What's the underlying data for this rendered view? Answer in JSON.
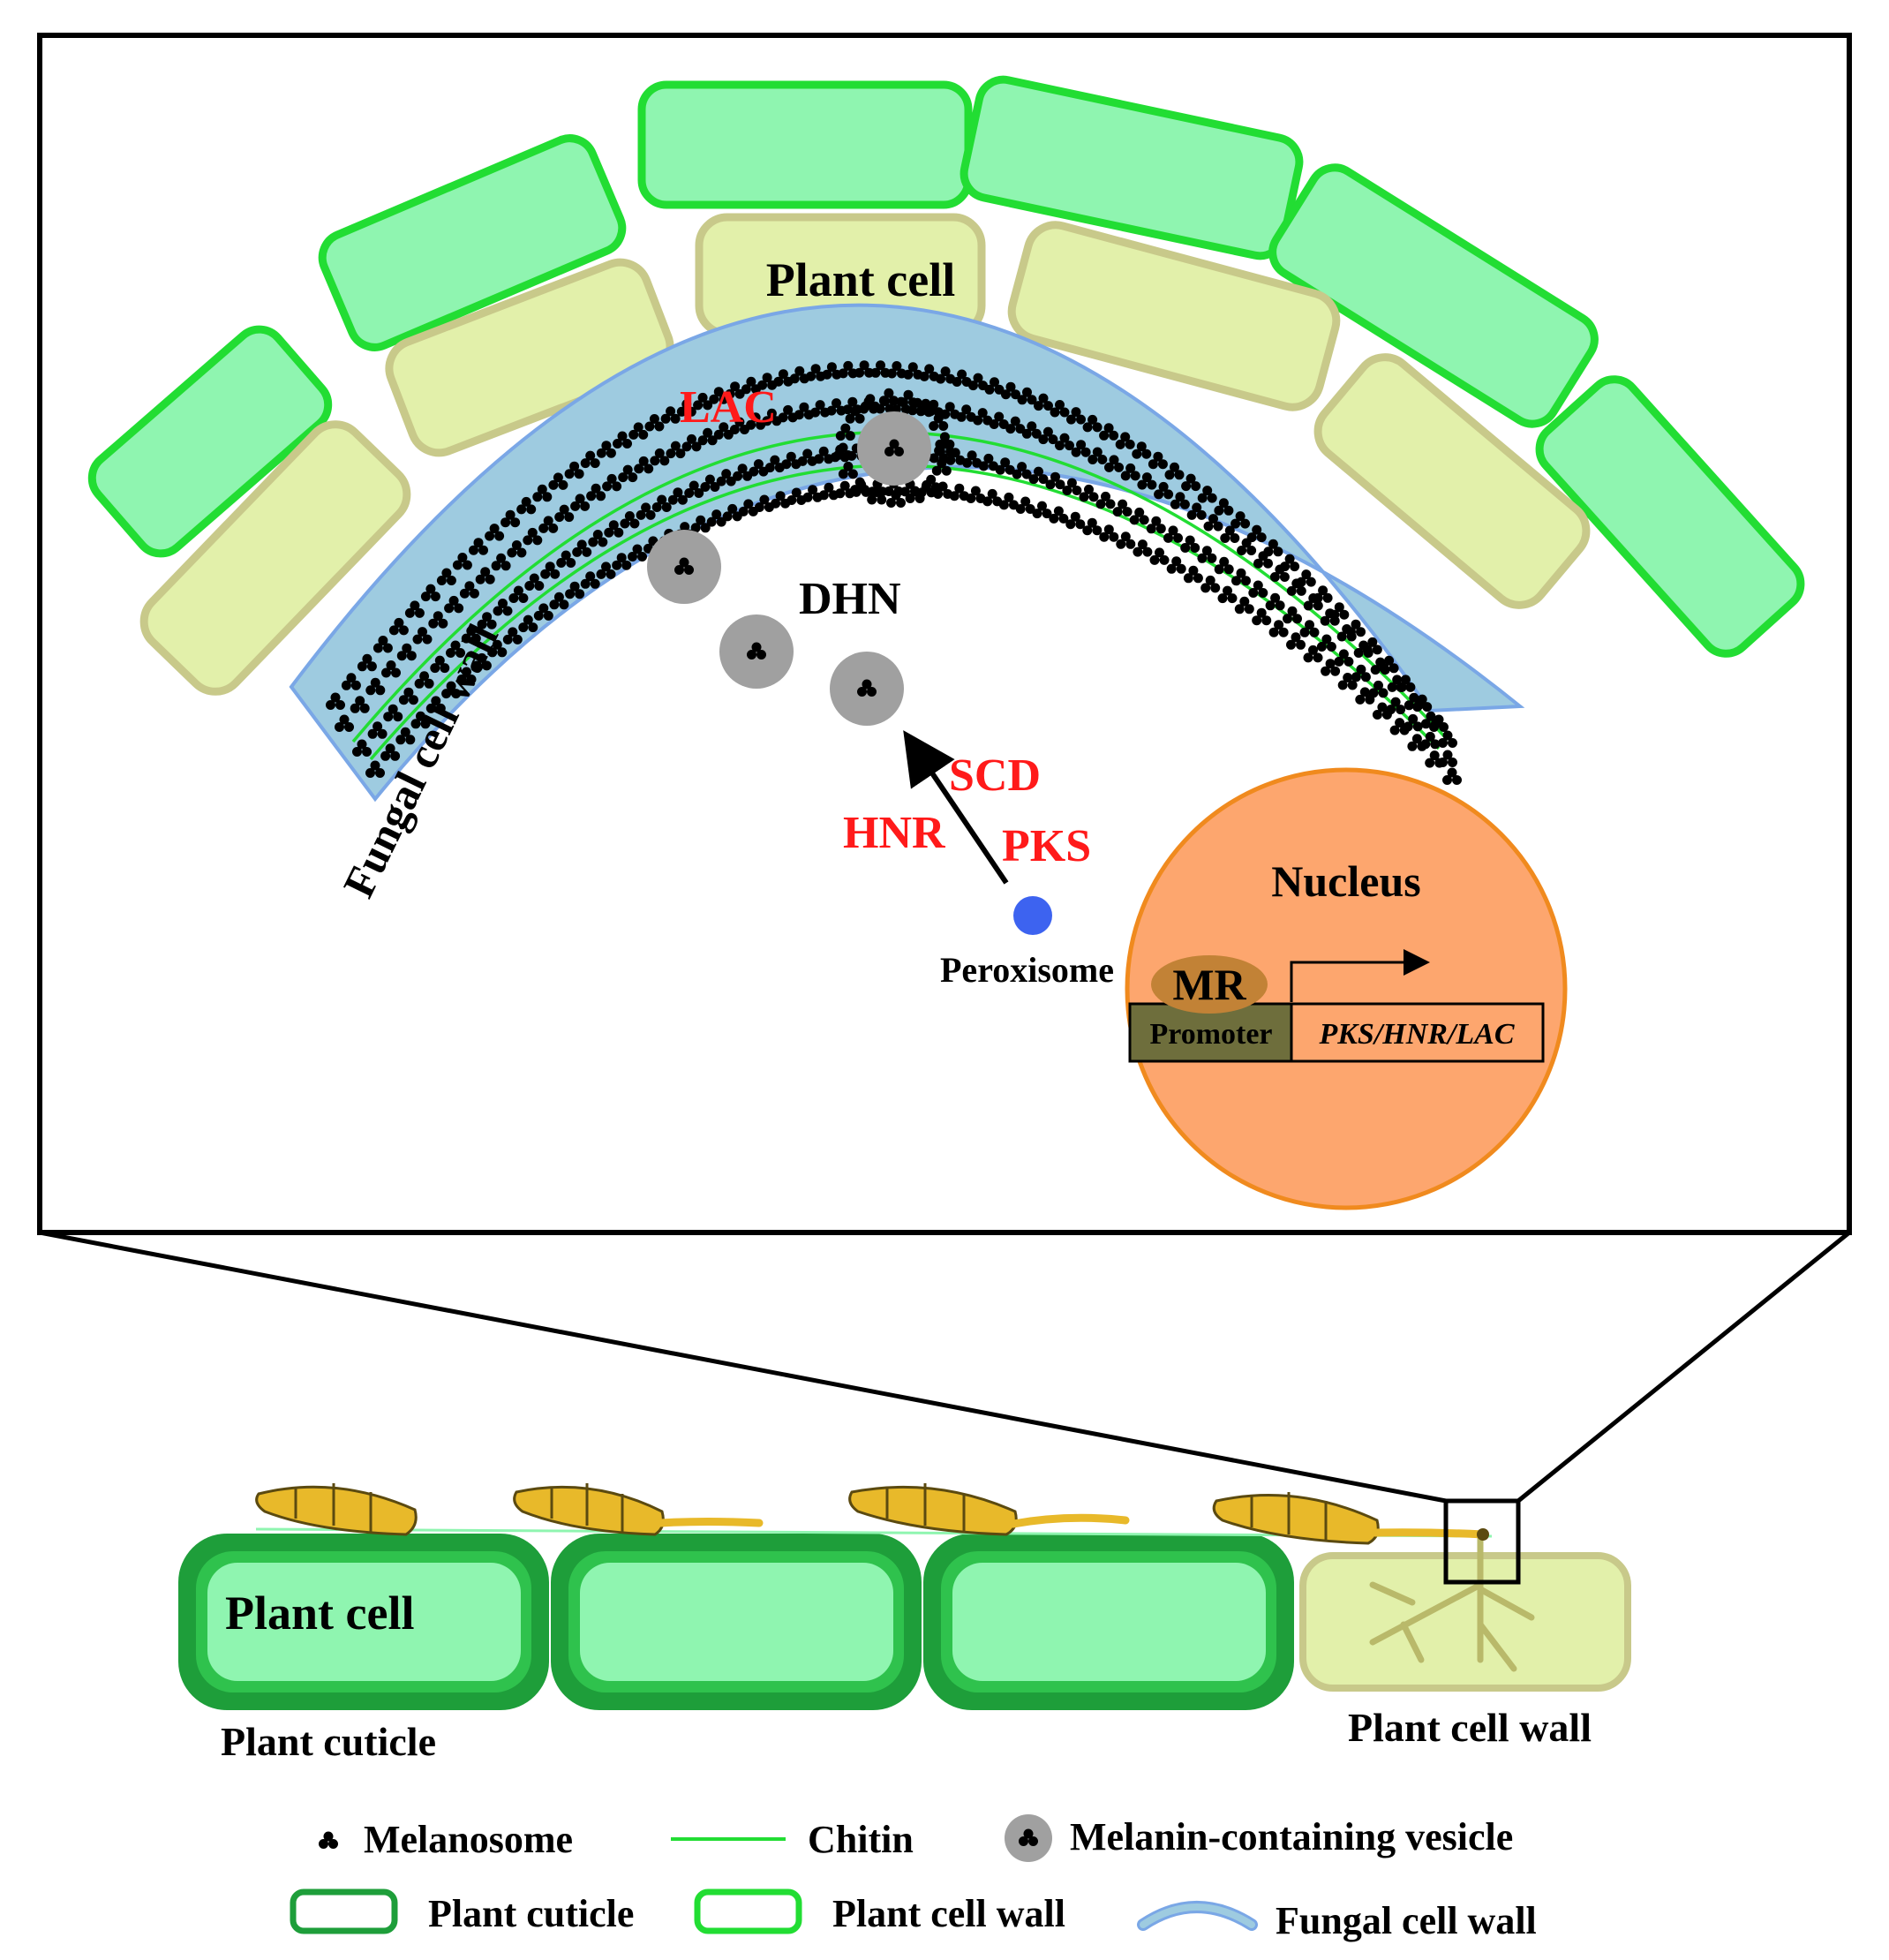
{
  "labels": {
    "plant_cell_top": "Plant cell",
    "lac": "LAC",
    "dhn": "DHN",
    "scd": "SCD",
    "hnr": "HNR",
    "pks": "PKS",
    "fungal_cell_wall": "Fungal cell wall",
    "nucleus": "Nucleus",
    "peroxisome": "Peroxisome",
    "mr": "MR",
    "promoter": "Promoter",
    "genes": "PKS/HNR/LAC",
    "plant_cell_bottom": "Plant cell",
    "plant_cuticle": "Plant cuticle",
    "plant_cell_wall": "Plant cell wall"
  },
  "legend": {
    "melanosome": "Melanosome",
    "chitin": "Chitin",
    "vesicle": "Melanin-containing vesicle",
    "plant_cuticle": "Plant cuticle",
    "plant_cell_wall": "Plant cell wall",
    "fungal_cell_wall": "Fungal cell wall"
  },
  "colors": {
    "plant_cell_wall": "#22dd33",
    "plant_cell_fill": "#8ff5b0",
    "infected_cell": "#e2f0aa",
    "infected_border": "#c8c98a",
    "fungal_wall": "#9ecbe0",
    "fungal_wall_border": "#7aa7e6",
    "cuticle": "#1e9e3a",
    "nucleus": "#fda66e",
    "nucleus_border": "#f08a1e",
    "mr": "#c28236",
    "promoter": "#6e6e3c",
    "red_label": "#ff1a1a",
    "peroxisome": "#3d63f0",
    "vesicle": "#a0a0a0"
  }
}
